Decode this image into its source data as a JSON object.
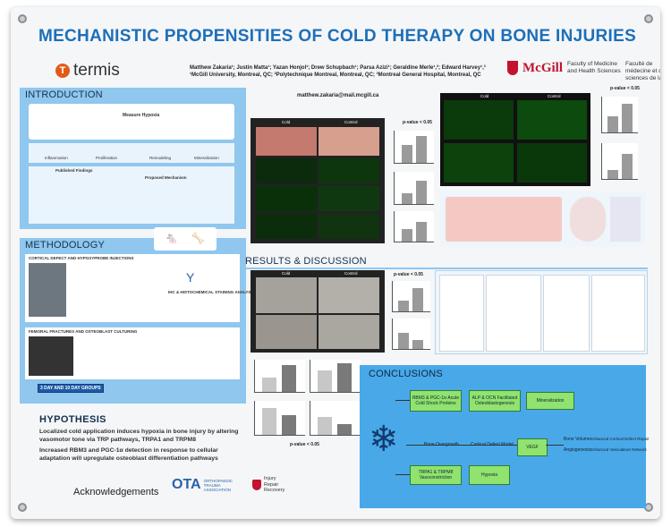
{
  "poster": {
    "title": "MECHANISTIC PROPENSITIES OF COLD THERAPY ON BONE INJURIES",
    "logo_left": "termis",
    "authors_line1": "Matthew Zakaria¹; Justin Matta¹; Yazan Honjol¹; Drew Schupbach¹; Parsa Azizi¹; Geraldine Merle¹,²; Edward Harvey¹,³",
    "authors_line2": "¹McGill University, Montreal, QC; ²Polytechnique Montreal, Montreal, QC; ³Montreal General Hospital, Montreal, QC",
    "email": "matthew.zakaria@mail.mcgill.ca",
    "mcgill_name": "McGill",
    "faculty_en": "Faculty of Medicine and Health Sciences",
    "faculty_fr": "Faculté de médecine et des sciences de la santé"
  },
  "sections": {
    "introduction": "INTRODUCTION",
    "methodology": "METHODOLOGY",
    "results": "RESULTS & DISCUSSION",
    "conclusions": "CONCLUSIONS",
    "hypothesis": "HYPOTHESIS",
    "acknowledgements": "Acknowledgements"
  },
  "intro": {
    "measure": "Measure Hypoxia",
    "phases": [
      "Inflammation",
      "Proliferation",
      "Remodeling",
      "Mineralization"
    ],
    "published": "Published Findings",
    "proposed": "Proposed Mechanism"
  },
  "methodology": {
    "step1": "CORTICAL DEFECT AND HYPOXYPROBE INJECTIONS",
    "step2": "FEMORAL FRACTURES AND OSTEOBLAST CULTURING",
    "ihc": "IHC & HISTOCHEMICAL STAINING ANALYSIS",
    "groups": "3 DAY AND 10 DAY GROUPS"
  },
  "hypothesis": {
    "p1": "Localized cold application induces hypoxia in bone injury by altering vasomotor tone via TRP pathways, TRPA1 and TRPM8",
    "p2": "Increased RBM3 and PGC-1α detection in response to cellular adaptation will upregulate osteoblast differentiation pathways"
  },
  "results": {
    "col_cold": "Cold",
    "col_control": "Control",
    "pvalue": "p-value < 0.05"
  },
  "conclusions": {
    "box1": "RBM3 & PGC-1α Acute Cold Shock Proteins",
    "box2": "ALP & OCN Facilitated Osteoblastogenesis",
    "box3": "Mineralization",
    "box4": "TRPA1 & TRPM8 Vasoconstriction",
    "box5": "Hypoxia",
    "box6": "VEGF",
    "bone_overgrowth": "Bone Overgrowth",
    "cortical_model": "Cortical Defect Model",
    "bone_volume": "Bone Volume",
    "angiogenesis": "Angiogenesis",
    "enhanced_repair": "Enhanced Cortical Defect Repair",
    "enhanced_vasc": "Enhanced Vasculature Network"
  },
  "ack": {
    "ota_line1": "ORTHOPAEDIC",
    "ota_line2": "TRAUMA",
    "ota_line3": "ASSOCIATION",
    "irr_line1": "Injury",
    "irr_line2": "Repair",
    "irr_line3": "Recovery"
  },
  "colors": {
    "title": "#1d6fb8",
    "section": "#8fc7ef",
    "accent": "#e25b16",
    "mcgill": "#c4122f",
    "concl_box": "#8fe36e"
  }
}
